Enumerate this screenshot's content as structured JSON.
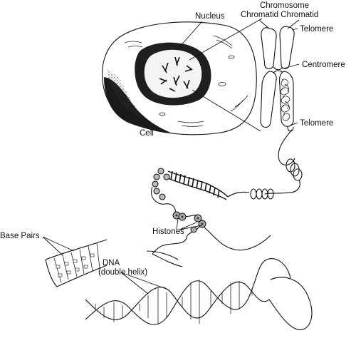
{
  "labels": {
    "nucleus": "Nucleus",
    "chromosome": "Chromosome",
    "chromatid_pair": "Chromatid Chromatid",
    "telomere_top": "Telomere",
    "centromere": "Centromere",
    "telomere_bottom": "Telomere",
    "cell": "Cell",
    "histones": "Histones",
    "base_pairs": "Base Pairs",
    "dna_line1": "DNA",
    "dna_line2": "(double helix)"
  }
}
